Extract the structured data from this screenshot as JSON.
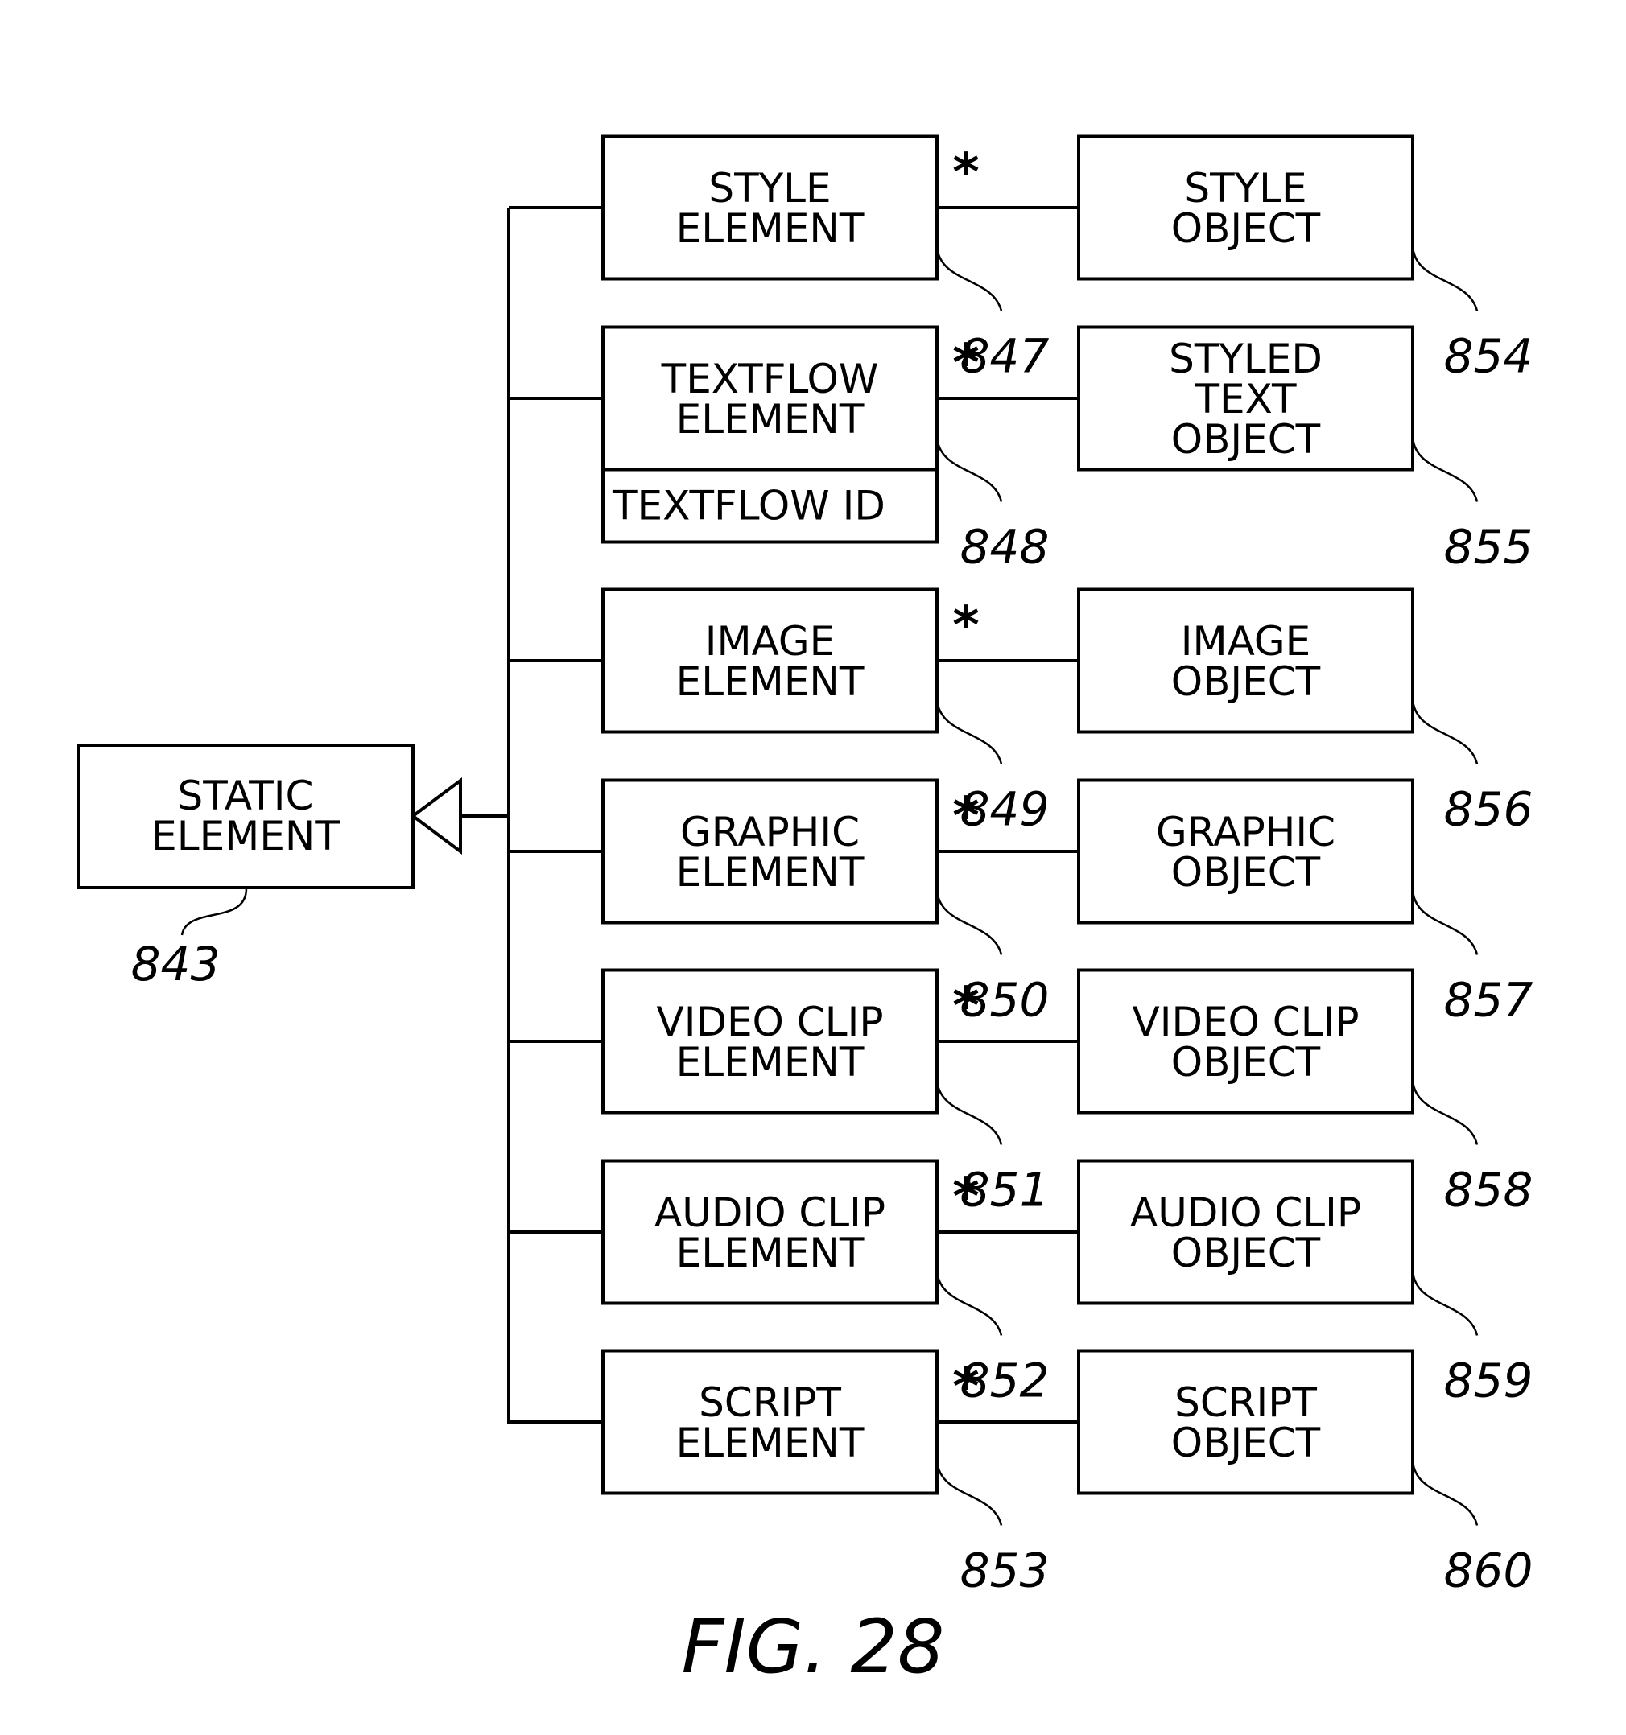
{
  "static_element": {
    "lines": [
      "STATIC",
      "ELEMENT"
    ],
    "ref": "843"
  },
  "elements": [
    {
      "lines": [
        "STYLE",
        "ELEMENT"
      ],
      "ref": "847"
    },
    {
      "lines": [
        "TEXTFLOW",
        "ELEMENT"
      ],
      "attribute": "TEXTFLOW ID",
      "ref": "848"
    },
    {
      "lines": [
        "IMAGE",
        "ELEMENT"
      ],
      "ref": "849"
    },
    {
      "lines": [
        "GRAPHIC",
        "ELEMENT"
      ],
      "ref": "850"
    },
    {
      "lines": [
        "VIDEO CLIP",
        "ELEMENT"
      ],
      "ref": "851"
    },
    {
      "lines": [
        "AUDIO CLIP",
        "ELEMENT"
      ],
      "ref": "852"
    },
    {
      "lines": [
        "SCRIPT",
        "ELEMENT"
      ],
      "ref": "853"
    }
  ],
  "objects": [
    {
      "lines": [
        "STYLE",
        "OBJECT"
      ],
      "ref": "854"
    },
    {
      "lines": [
        "STYLED",
        "TEXT",
        "OBJECT"
      ],
      "ref": "855"
    },
    {
      "lines": [
        "IMAGE",
        "OBJECT"
      ],
      "ref": "856"
    },
    {
      "lines": [
        "GRAPHIC",
        "OBJECT"
      ],
      "ref": "857"
    },
    {
      "lines": [
        "VIDEO CLIP",
        "OBJECT"
      ],
      "ref": "858"
    },
    {
      "lines": [
        "AUDIO CLIP",
        "OBJECT"
      ],
      "ref": "859"
    },
    {
      "lines": [
        "SCRIPT",
        "OBJECT"
      ],
      "ref": "860"
    }
  ],
  "multiplicity": "*",
  "caption": "FIG. 28"
}
